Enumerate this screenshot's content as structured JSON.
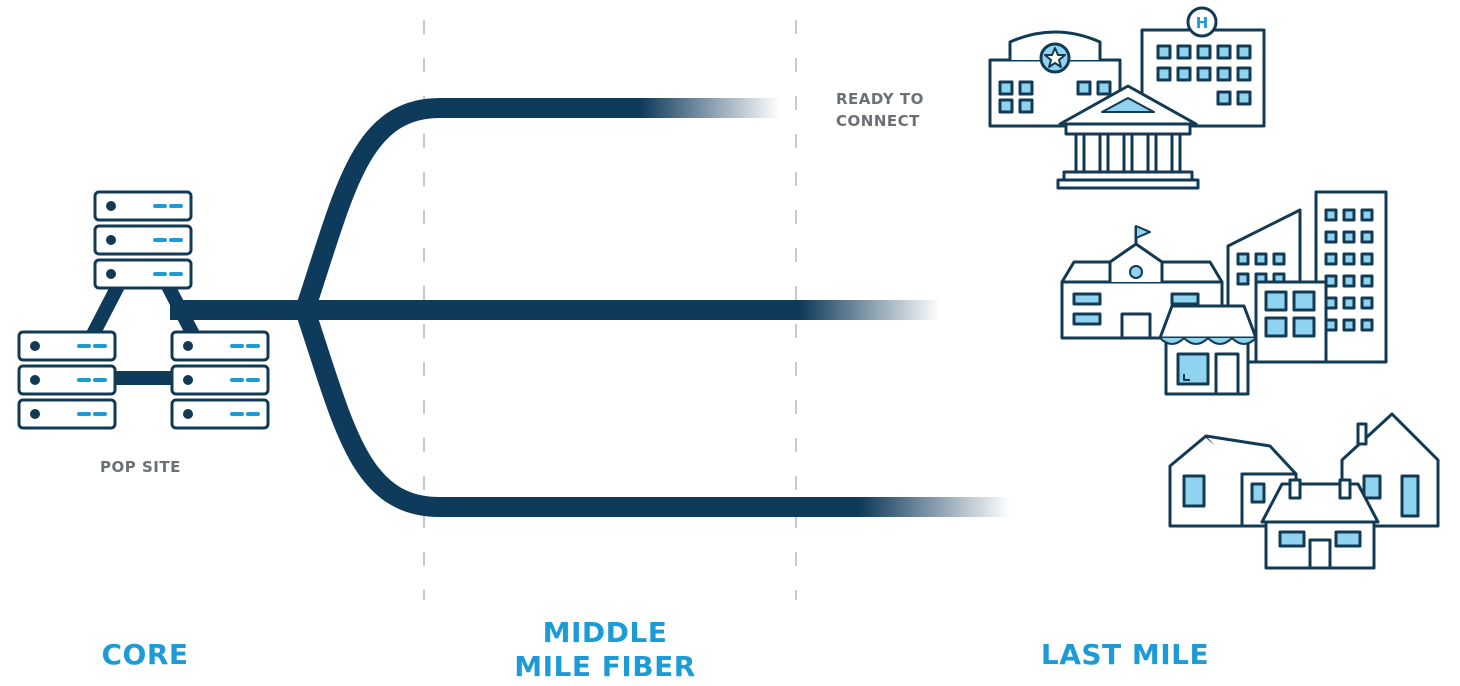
{
  "labels": {
    "ready_to_connect": "READY TO\nCONNECT",
    "pop_site": "POP SITE"
  },
  "sections": {
    "core": "CORE",
    "middle_mile": "MIDDLE\nMILE FIBER",
    "last_mile": "LAST MILE"
  },
  "colors": {
    "fiber_navy": "#0e3a5b",
    "accent_blue": "#1d9bd6",
    "window_fill": "#8fd3ee",
    "outline": "#123a55",
    "divider_gray": "#c9c9c9",
    "label_gray": "#6b7075"
  },
  "icons": [
    "server-rack-icon",
    "police-station-icon",
    "hospital-icon",
    "government-building-icon",
    "school-icon",
    "office-tower-icon",
    "storefront-icon",
    "house-icon"
  ]
}
